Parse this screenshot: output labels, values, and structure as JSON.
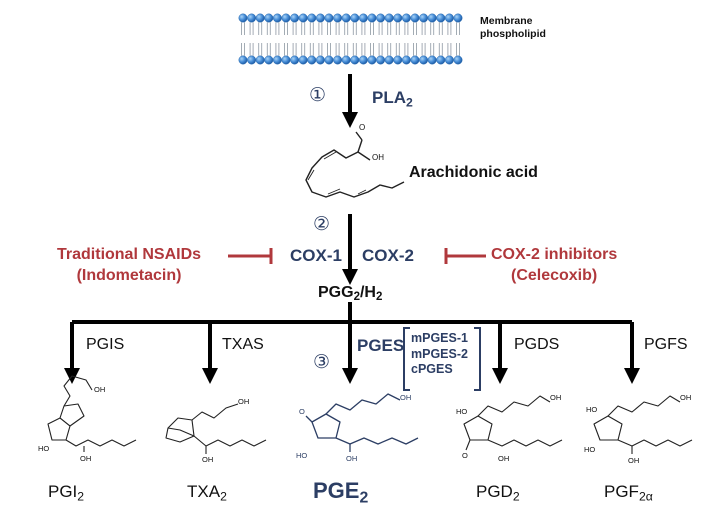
{
  "membrane": {
    "label_line1": "Membrane",
    "label_line2": "phospholipid"
  },
  "step1": {
    "marker": "①",
    "enzyme": "PLA",
    "enzyme_sub": "2"
  },
  "arachidonic": {
    "label": "Arachidonic acid"
  },
  "step2": {
    "marker": "②",
    "cox1": "COX-1",
    "cox2": "COX-2"
  },
  "nsaids": {
    "line1": "Traditional NSAIDs",
    "line2": "(Indometacin)"
  },
  "cox2_inhibitors": {
    "line1": "COX-2 inhibitors",
    "line2": "(Celecoxib)"
  },
  "pgg": {
    "a": "PGG",
    "a_sub": "2",
    "b": "/H",
    "b_sub": "2"
  },
  "step3": {
    "marker": "③"
  },
  "enzymes": {
    "pgis": "PGIS",
    "txas": "TXAS",
    "pges": "PGES",
    "pges_isoforms": [
      "mPGES-1",
      "mPGES-2",
      "cPGES"
    ],
    "pgds": "PGDS",
    "pgfs": "PGFS"
  },
  "products": {
    "pgi": {
      "base": "PGI",
      "sub": "2"
    },
    "txa": {
      "base": "TXA",
      "sub": "2"
    },
    "pge": {
      "base": "PGE",
      "sub": "2"
    },
    "pgd": {
      "base": "PGD",
      "sub": "2"
    },
    "pgf": {
      "base": "PGF",
      "sub": "2α"
    }
  },
  "structure_labels": {
    "oh": "OH",
    "o": "O",
    "ho": "HO"
  },
  "colors": {
    "navy": "#2c3e64",
    "red": "#b0383c",
    "bilayer_head": "#4a90d9",
    "line": "#000000"
  }
}
